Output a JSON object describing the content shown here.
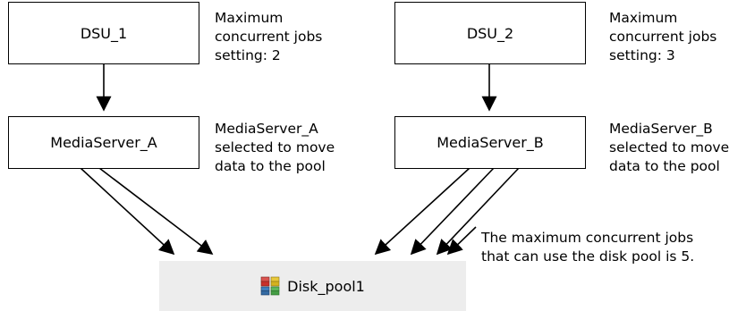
{
  "dsu_1": {
    "label": "DSU_1",
    "note": [
      "Maximum",
      "concurrent jobs",
      "setting: 2"
    ]
  },
  "dsu_2": {
    "label": "DSU_2",
    "note": [
      "Maximum",
      "concurrent jobs",
      "setting: 3"
    ]
  },
  "media_server_a": {
    "label": "MediaServer_A",
    "note": [
      "MediaServer_A",
      "selected to move",
      "data to the pool"
    ]
  },
  "media_server_b": {
    "label": "MediaServer_B",
    "note": [
      "MediaServer_B",
      "selected to move",
      "data to the pool"
    ]
  },
  "max_jobs_note": [
    "The maximum concurrent jobs",
    "that can use the disk pool is 5."
  ],
  "disk_pool": {
    "label": "Disk_pool1",
    "icon": "disk-pool-icon"
  },
  "colors": {
    "stroke": "#000000",
    "pool_background": "#ededed"
  }
}
